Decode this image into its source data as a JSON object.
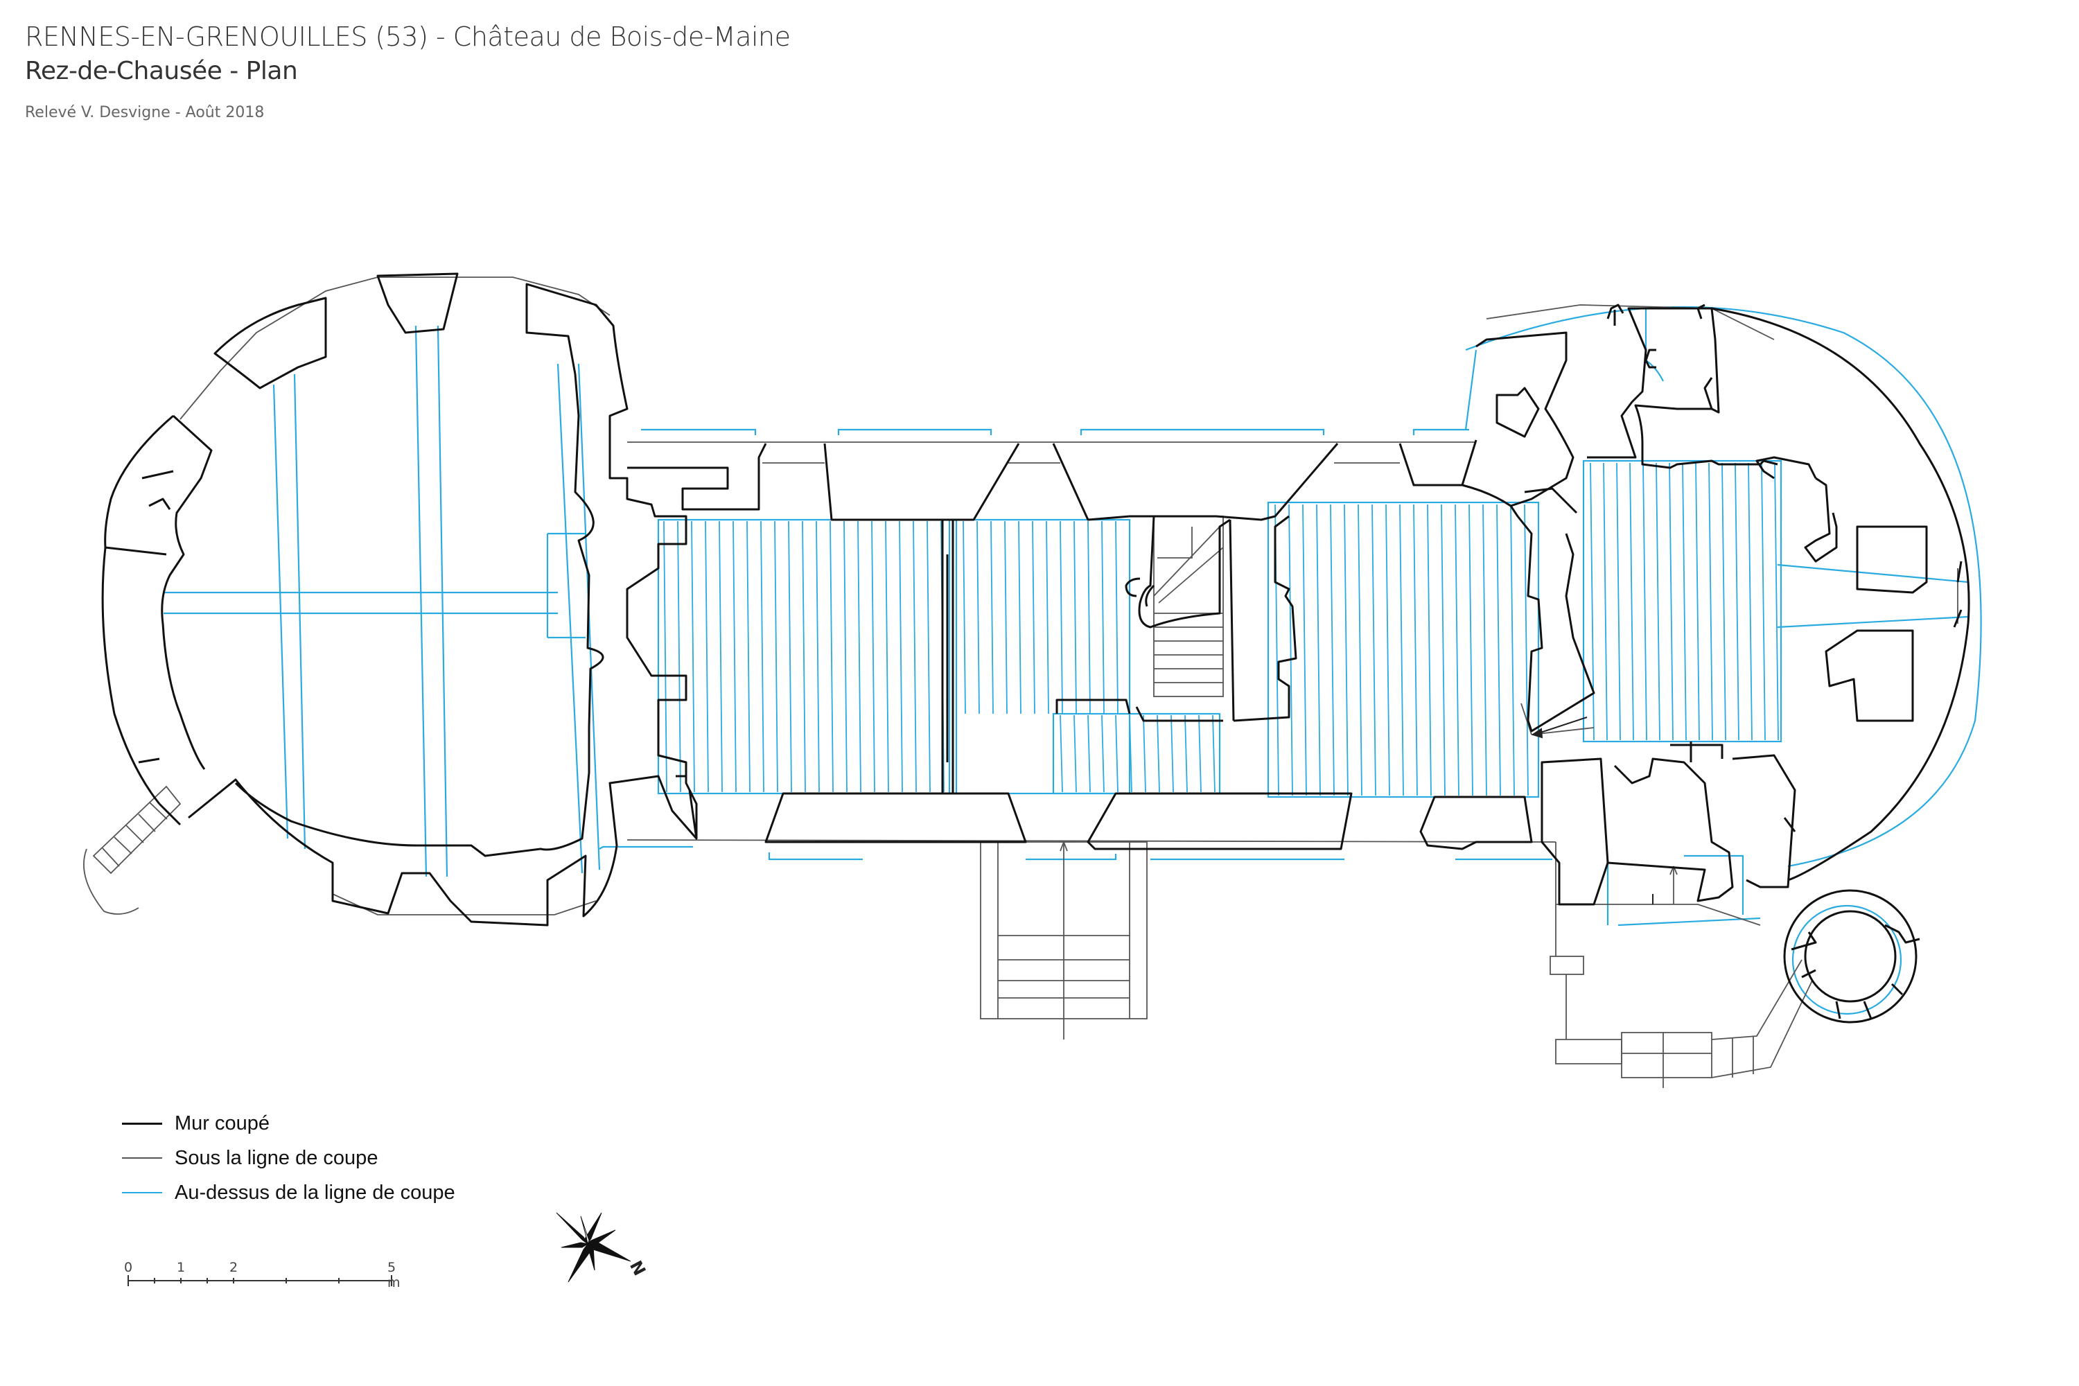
{
  "header": {
    "title": "RENNES-EN-GRENOUILLES (53) - Château de Bois-de-Maine",
    "subtitle": "Rez-de-Chausée - Plan",
    "credit": "Relevé V. Desvigne - Août 2018"
  },
  "legend": {
    "items": [
      {
        "label": "Mur coupé",
        "color": "#111111"
      },
      {
        "label": "Sous la ligne de coupe",
        "color": "#555555"
      },
      {
        "label": "Au-dessus de la ligne de coupe",
        "color": "#29abe2"
      }
    ]
  },
  "scale_bar": {
    "labels": [
      "0",
      "1",
      "2",
      "5 m"
    ]
  },
  "north": {
    "label": "N"
  },
  "colors": {
    "cut_wall": "#111111",
    "below_cut": "#555555",
    "above_cut": "#29abe2"
  }
}
